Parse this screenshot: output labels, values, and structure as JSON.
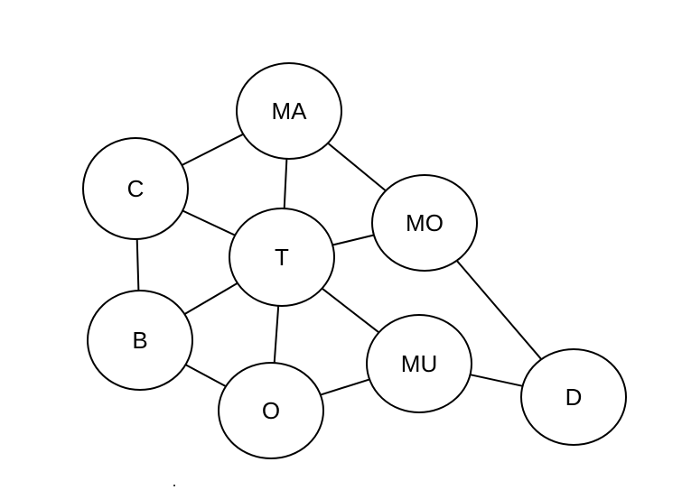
{
  "graph": {
    "nodes": [
      {
        "id": "MA",
        "label": "MA"
      },
      {
        "id": "C",
        "label": "C"
      },
      {
        "id": "MO",
        "label": "MO"
      },
      {
        "id": "T",
        "label": "T"
      },
      {
        "id": "B",
        "label": "B"
      },
      {
        "id": "MU",
        "label": "MU"
      },
      {
        "id": "D",
        "label": "D"
      },
      {
        "id": "O",
        "label": "O"
      }
    ],
    "edges": [
      {
        "from": "MA",
        "to": "C"
      },
      {
        "from": "MA",
        "to": "T"
      },
      {
        "from": "MA",
        "to": "MO"
      },
      {
        "from": "C",
        "to": "T"
      },
      {
        "from": "C",
        "to": "B"
      },
      {
        "from": "T",
        "to": "MO"
      },
      {
        "from": "T",
        "to": "B"
      },
      {
        "from": "T",
        "to": "O"
      },
      {
        "from": "T",
        "to": "MU"
      },
      {
        "from": "MO",
        "to": "D"
      },
      {
        "from": "B",
        "to": "O"
      },
      {
        "from": "O",
        "to": "MU"
      },
      {
        "from": "MU",
        "to": "D"
      }
    ]
  }
}
